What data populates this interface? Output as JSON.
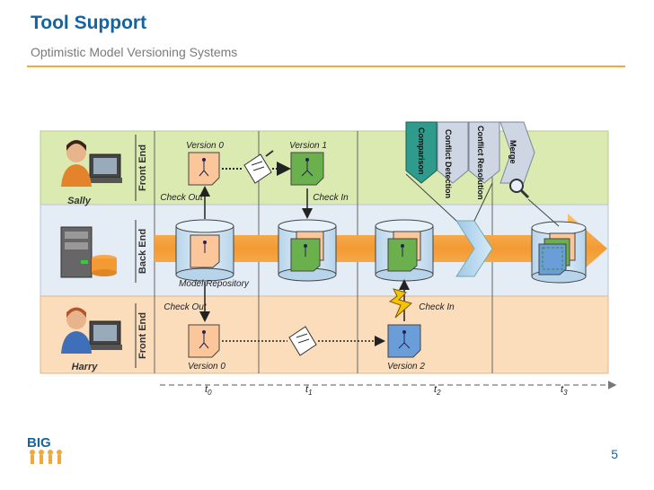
{
  "slide": {
    "title": "Tool Support",
    "subtitle": "Optimistic Model Versioning Systems",
    "page_number": "5",
    "logo_text": "BIG"
  },
  "lanes": {
    "front_end_top": "Front End",
    "back_end": "Back End",
    "front_end_bottom": "Front End"
  },
  "actors": {
    "sally": "Sally",
    "harry": "Harry"
  },
  "labels": {
    "version0_top": "Version 0",
    "version1": "Version 1",
    "checkout_top": "Check Out",
    "checkin_top": "Check In",
    "model_repository": "Model Repository",
    "checkout_bottom": "Check Out",
    "checkin_bottom": "Check In",
    "version0_bottom": "Version 0",
    "version2": "Version 2"
  },
  "process_steps": [
    "Comparison",
    "Conflict Detection",
    "Conflict Resolution",
    "Merge"
  ],
  "timeline": {
    "t0": "t",
    "t0_sub": "0",
    "t1": "t",
    "t1_sub": "1",
    "t2": "t",
    "t2_sub": "2",
    "t3": "t",
    "t3_sub": "3"
  },
  "colors": {
    "title": "#17639e",
    "accent_rule": "#f0a93a",
    "lane_top": "#dbeab0",
    "lane_mid": "#e4ecf6",
    "lane_bottom": "#fbdcbb",
    "band": "#f5a64a",
    "doc_orange": "#fbc79a",
    "doc_green": "#6ab04c",
    "doc_blue": "#6a9ed8"
  }
}
